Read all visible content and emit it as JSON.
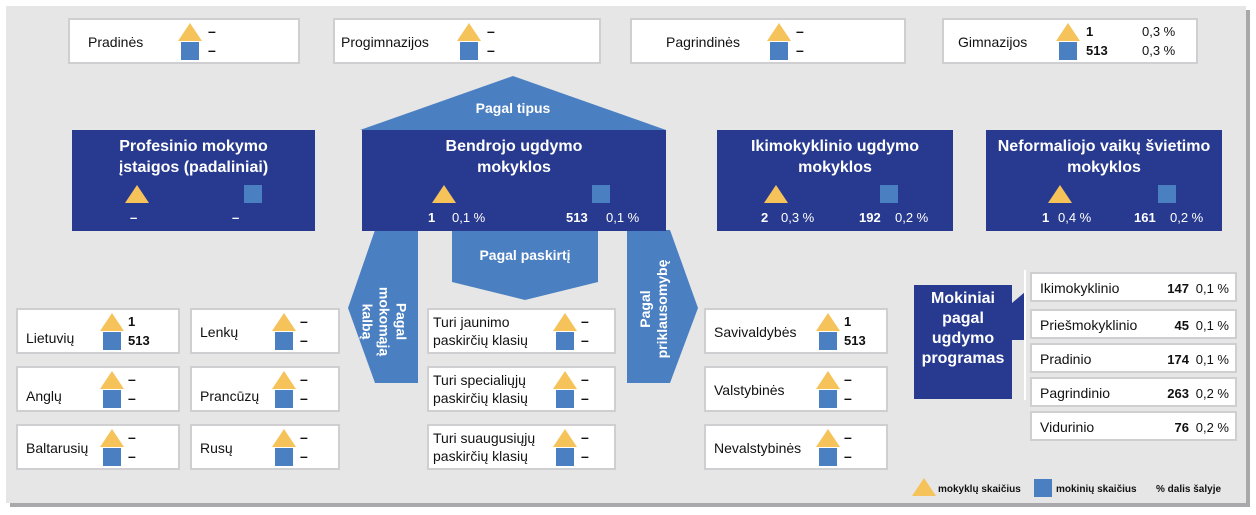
{
  "legend": {
    "triangle_label": "mokyklų skaičius",
    "square_label": "mokinių skaičius",
    "percent_label": "% dalis šalyje",
    "triangle_color": "#f6c35a",
    "square_color": "#4a7fc1"
  },
  "types_row": [
    {
      "label": "Pradinės",
      "schools": "–",
      "students": "–"
    },
    {
      "label": "Progimnazijos",
      "schools": "–",
      "students": "–"
    },
    {
      "label": "Pagrindinės",
      "schools": "–",
      "students": "–"
    },
    {
      "label": "Gimnazijos",
      "schools": "1",
      "students": "513",
      "schools_pct": "0,3 %",
      "students_pct": "0,3 %"
    }
  ],
  "arrows": {
    "by_type": "Pagal tipus",
    "by_purpose": "Pagal paskirtį",
    "by_language": "Pagal mokomąją kalbą",
    "by_subordination": "Pagal priklausomybę"
  },
  "institutions": [
    {
      "title": "Profesinio mokymo įstaigos (padaliniai)",
      "schools": "–",
      "schools_pct": "",
      "students": "–",
      "students_pct": ""
    },
    {
      "title": "Bendrojo ugdymo mokyklos",
      "schools": "1",
      "schools_pct": "0,1 %",
      "students": "513",
      "students_pct": "0,1 %"
    },
    {
      "title": "Ikimokyklinio ugdymo mokyklos",
      "schools": "2",
      "schools_pct": "0,3 %",
      "students": "192",
      "students_pct": "0,2 %"
    },
    {
      "title": "Neformaliojo vaikų švietimo mokyklos",
      "schools": "1",
      "schools_pct": "0,4 %",
      "students": "161",
      "students_pct": "0,2 %"
    }
  ],
  "languages": [
    {
      "label": "Lietuvių",
      "schools": "1",
      "students": "513"
    },
    {
      "label": "Lenkų",
      "schools": "–",
      "students": "–"
    },
    {
      "label": "Anglų",
      "schools": "–",
      "students": "–"
    },
    {
      "label": "Prancūzų",
      "schools": "–",
      "students": "–"
    },
    {
      "label": "Baltarusių",
      "schools": "–",
      "students": "–"
    },
    {
      "label": "Rusų",
      "schools": "–",
      "students": "–"
    }
  ],
  "purposes": [
    {
      "line1": "Turi jaunimo",
      "line2": "paskirčių klasių",
      "schools": "–",
      "students": "–"
    },
    {
      "line1": "Turi specialiųjų",
      "line2": "paskirčių klasių",
      "schools": "–",
      "students": "–"
    },
    {
      "line1": "Turi suaugusiųjų",
      "line2": "paskirčių klasių",
      "schools": "–",
      "students": "–"
    }
  ],
  "subordination": [
    {
      "label": "Savivaldybės",
      "schools": "1",
      "students": "513"
    },
    {
      "label": "Valstybinės",
      "schools": "–",
      "students": "–"
    },
    {
      "label": "Nevalstybinės",
      "schools": "–",
      "students": "–"
    }
  ],
  "programs": {
    "title_lines": [
      "Mokiniai",
      "pagal",
      "ugdymo",
      "programas"
    ],
    "rows": [
      {
        "label": "Ikimokyklinio",
        "value": "147",
        "pct": "0,1 %"
      },
      {
        "label": "Priešmokyklinio",
        "value": "45",
        "pct": "0,1 %"
      },
      {
        "label": "Pradinio",
        "value": "174",
        "pct": "0,1 %"
      },
      {
        "label": "Pagrindinio",
        "value": "263",
        "pct": "0,2 %"
      },
      {
        "label": "Vidurinio",
        "value": "76",
        "pct": "0,2 %"
      }
    ]
  }
}
